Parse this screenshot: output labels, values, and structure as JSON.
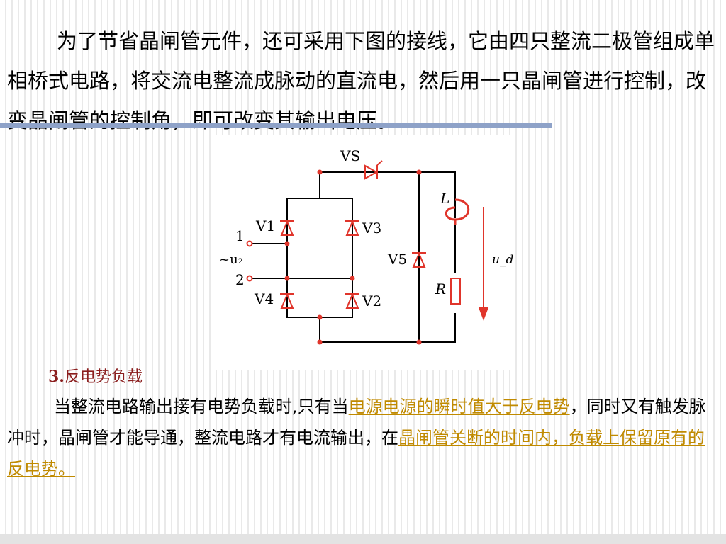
{
  "intro_text": "为了节省晶闸管元件，还可采用下图的接线，它由四只整流二极管组成单相桥式电路，将交流电整流成脉动的直流电，然后用一只晶闸管进行控制，改变晶闸管的控制角，即可改变其输出电压。",
  "circuit": {
    "vs_label": "VS",
    "v1_label": "V1",
    "v3_label": "V3",
    "v4_label": "V4",
    "v2_label": "V2",
    "v5_label": "V5",
    "terminal1_label": "1",
    "terminal2_label": "2",
    "source_label": "~u₂",
    "inductor_label": "L",
    "resistor_label": "R",
    "output_label": "u_d",
    "colors": {
      "wire": "#000000",
      "component": "#e0352b"
    }
  },
  "section": {
    "number": "3.",
    "title": "反电势负载",
    "body_part1": "当整流电路输出接有电势负载时,只有当",
    "highlight1": "电源电源的瞬时值大于反电势",
    "body_part2": "，同时又有触发脉冲时，晶闸管才能导通，整流电路才有电流输出，在",
    "highlight2": "晶闸管关断的时间内，负载上保留原有的反电势。",
    "highlight_color": "#c08a00"
  }
}
